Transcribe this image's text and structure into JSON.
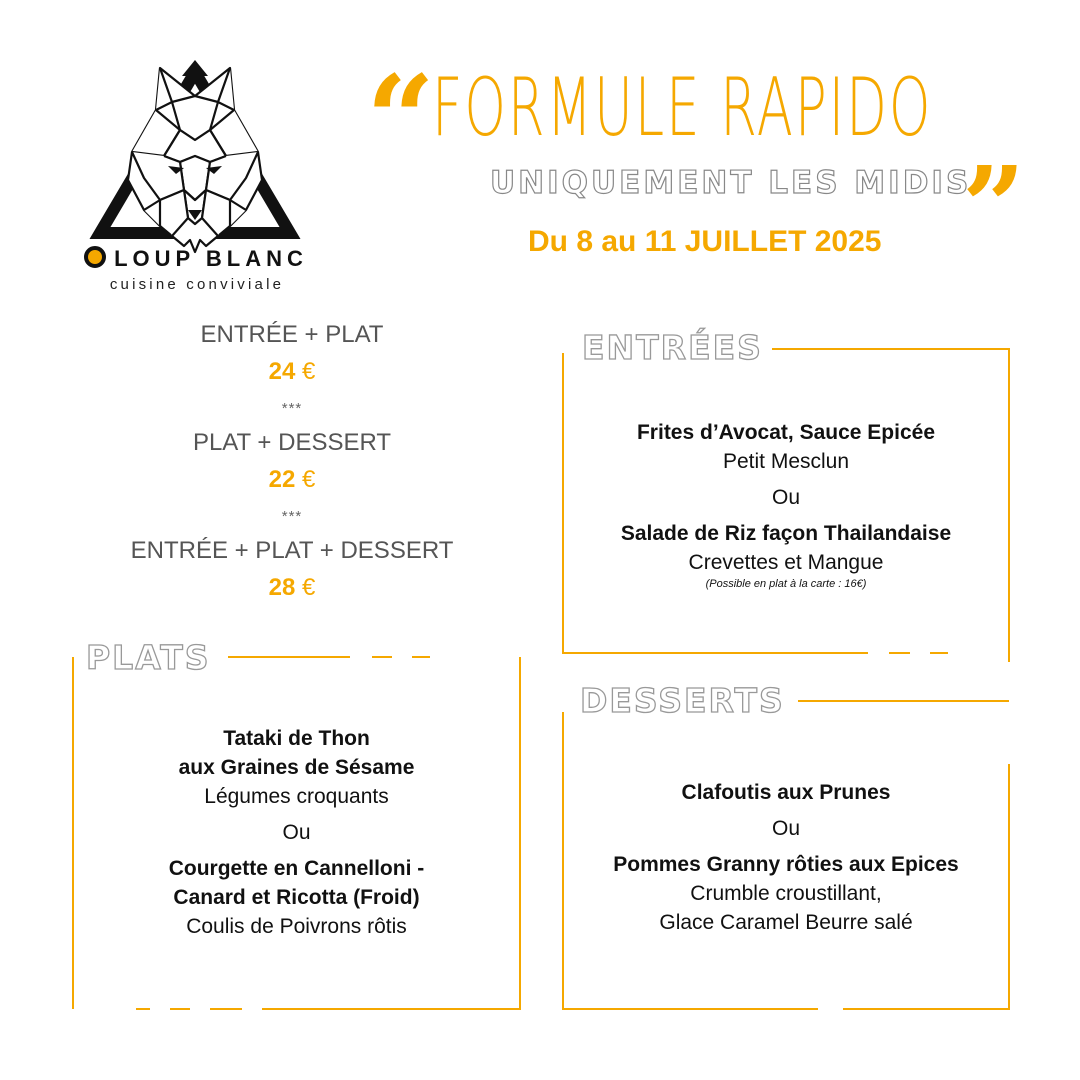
{
  "brand": {
    "name": "LOUP BLANC",
    "tagline": "cuisine conviviale"
  },
  "header": {
    "quote_open": "“",
    "title": "FORMULE RAPIDO",
    "subtitle": "UNIQUEMENT LES MIDIS",
    "quote_close": "”",
    "dates": "Du 8 au 11 JUILLET 2025"
  },
  "formules": [
    {
      "label": "ENTRÉE + PLAT",
      "price": "24",
      "currency": "€"
    },
    {
      "label": "PLAT + DESSERT",
      "price": "22",
      "currency": "€"
    },
    {
      "label": "ENTRÉE + PLAT + DESSERT",
      "price": "28",
      "currency": "€"
    }
  ],
  "separator": "***",
  "entrees": {
    "title": "ENTRÉES",
    "dish1_name": "Frites d’Avocat, Sauce Epicée",
    "dish1_side": "Petit Mesclun",
    "or": "Ou",
    "dish2_name": "Salade de Riz façon Thailandaise",
    "dish2_side": "Crevettes et Mangue",
    "dish2_note": "(Possible en plat à la carte : 16€)"
  },
  "plats": {
    "title": "PLATS",
    "dish1_name_line1": "Tataki de Thon",
    "dish1_name_line2": "aux Graines de Sésame",
    "dish1_side": "Légumes croquants",
    "or": "Ou",
    "dish2_name_line1": "Courgette en Cannelloni -",
    "dish2_name_line2": "Canard et Ricotta (Froid)",
    "dish2_side": "Coulis de Poivrons rôtis"
  },
  "desserts": {
    "title": "DESSERTS",
    "dish1_name": "Clafoutis aux Prunes",
    "or": "Ou",
    "dish2_name": "Pommes Granny rôties aux Epices",
    "dish2_side_line1": "Crumble croustillant,",
    "dish2_side_line2": "Glace Caramel Beurre salé"
  },
  "colors": {
    "accent": "#f5a800",
    "grey_text": "#555555",
    "outline": "#999999"
  }
}
